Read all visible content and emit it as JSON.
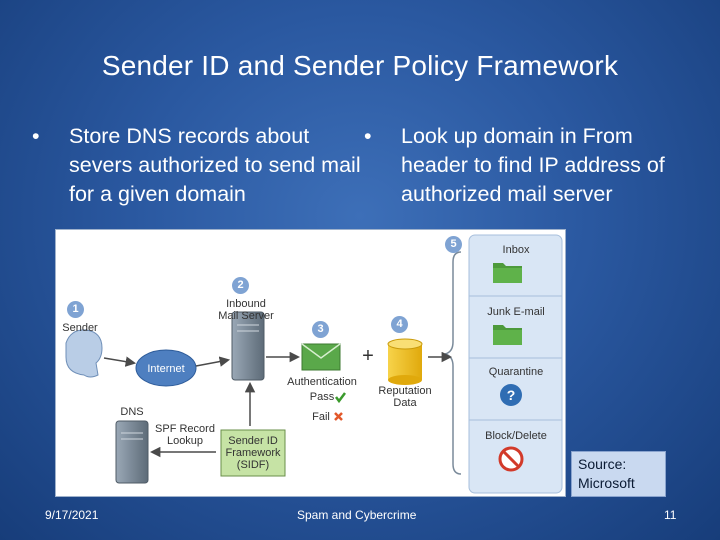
{
  "slide": {
    "title": "Sender ID and Sender Policy Framework",
    "bullet_left": "Store DNS records about severs authorized to send mail for a given domain",
    "bullet_right": "Look up domain in From header to find IP address of  authorized mail server",
    "bullet_glyph": "•"
  },
  "diagram": {
    "steps": {
      "s1": "1",
      "s2": "2",
      "s3": "3",
      "s4": "4",
      "s5": "5"
    },
    "labels": {
      "sender": "Sender",
      "inbound_mail_server": "Inbound\nMail Server",
      "internet": "Internet",
      "dns": "DNS",
      "spf_lookup": "SPF Record\nLookup",
      "sidf": "Sender ID\nFramework\n(SIDF)",
      "authentication": "Authentication",
      "pass": "Pass",
      "fail": "Fail",
      "reputation_data": "Reputation\nData",
      "inbox": "Inbox",
      "junk": "Junk E-mail",
      "quarantine": "Quarantine",
      "block_delete": "Block/Delete",
      "plus": "+"
    },
    "colors": {
      "accent_blue": "#5b86c4",
      "server_gray": "#7c8a98",
      "sidf_green": "#c6e3a5",
      "envelope_green": "#5aa84a",
      "reputation_yellow": "#f2c318",
      "panel_blue": "#d9e6f5",
      "pass_green": "#3a9a2c",
      "fail_orange": "#e2582a",
      "block_red": "#d23a2a"
    },
    "icons": [
      "folder-icon",
      "help-icon",
      "block-icon",
      "envelope-icon",
      "database-icon",
      "check-icon",
      "x-icon"
    ]
  },
  "source_box": {
    "line1": "Source:",
    "line2": "Microsoft"
  },
  "footer": {
    "date": "9/17/2021",
    "center": "Spam and Cybercrime",
    "page": "11"
  }
}
